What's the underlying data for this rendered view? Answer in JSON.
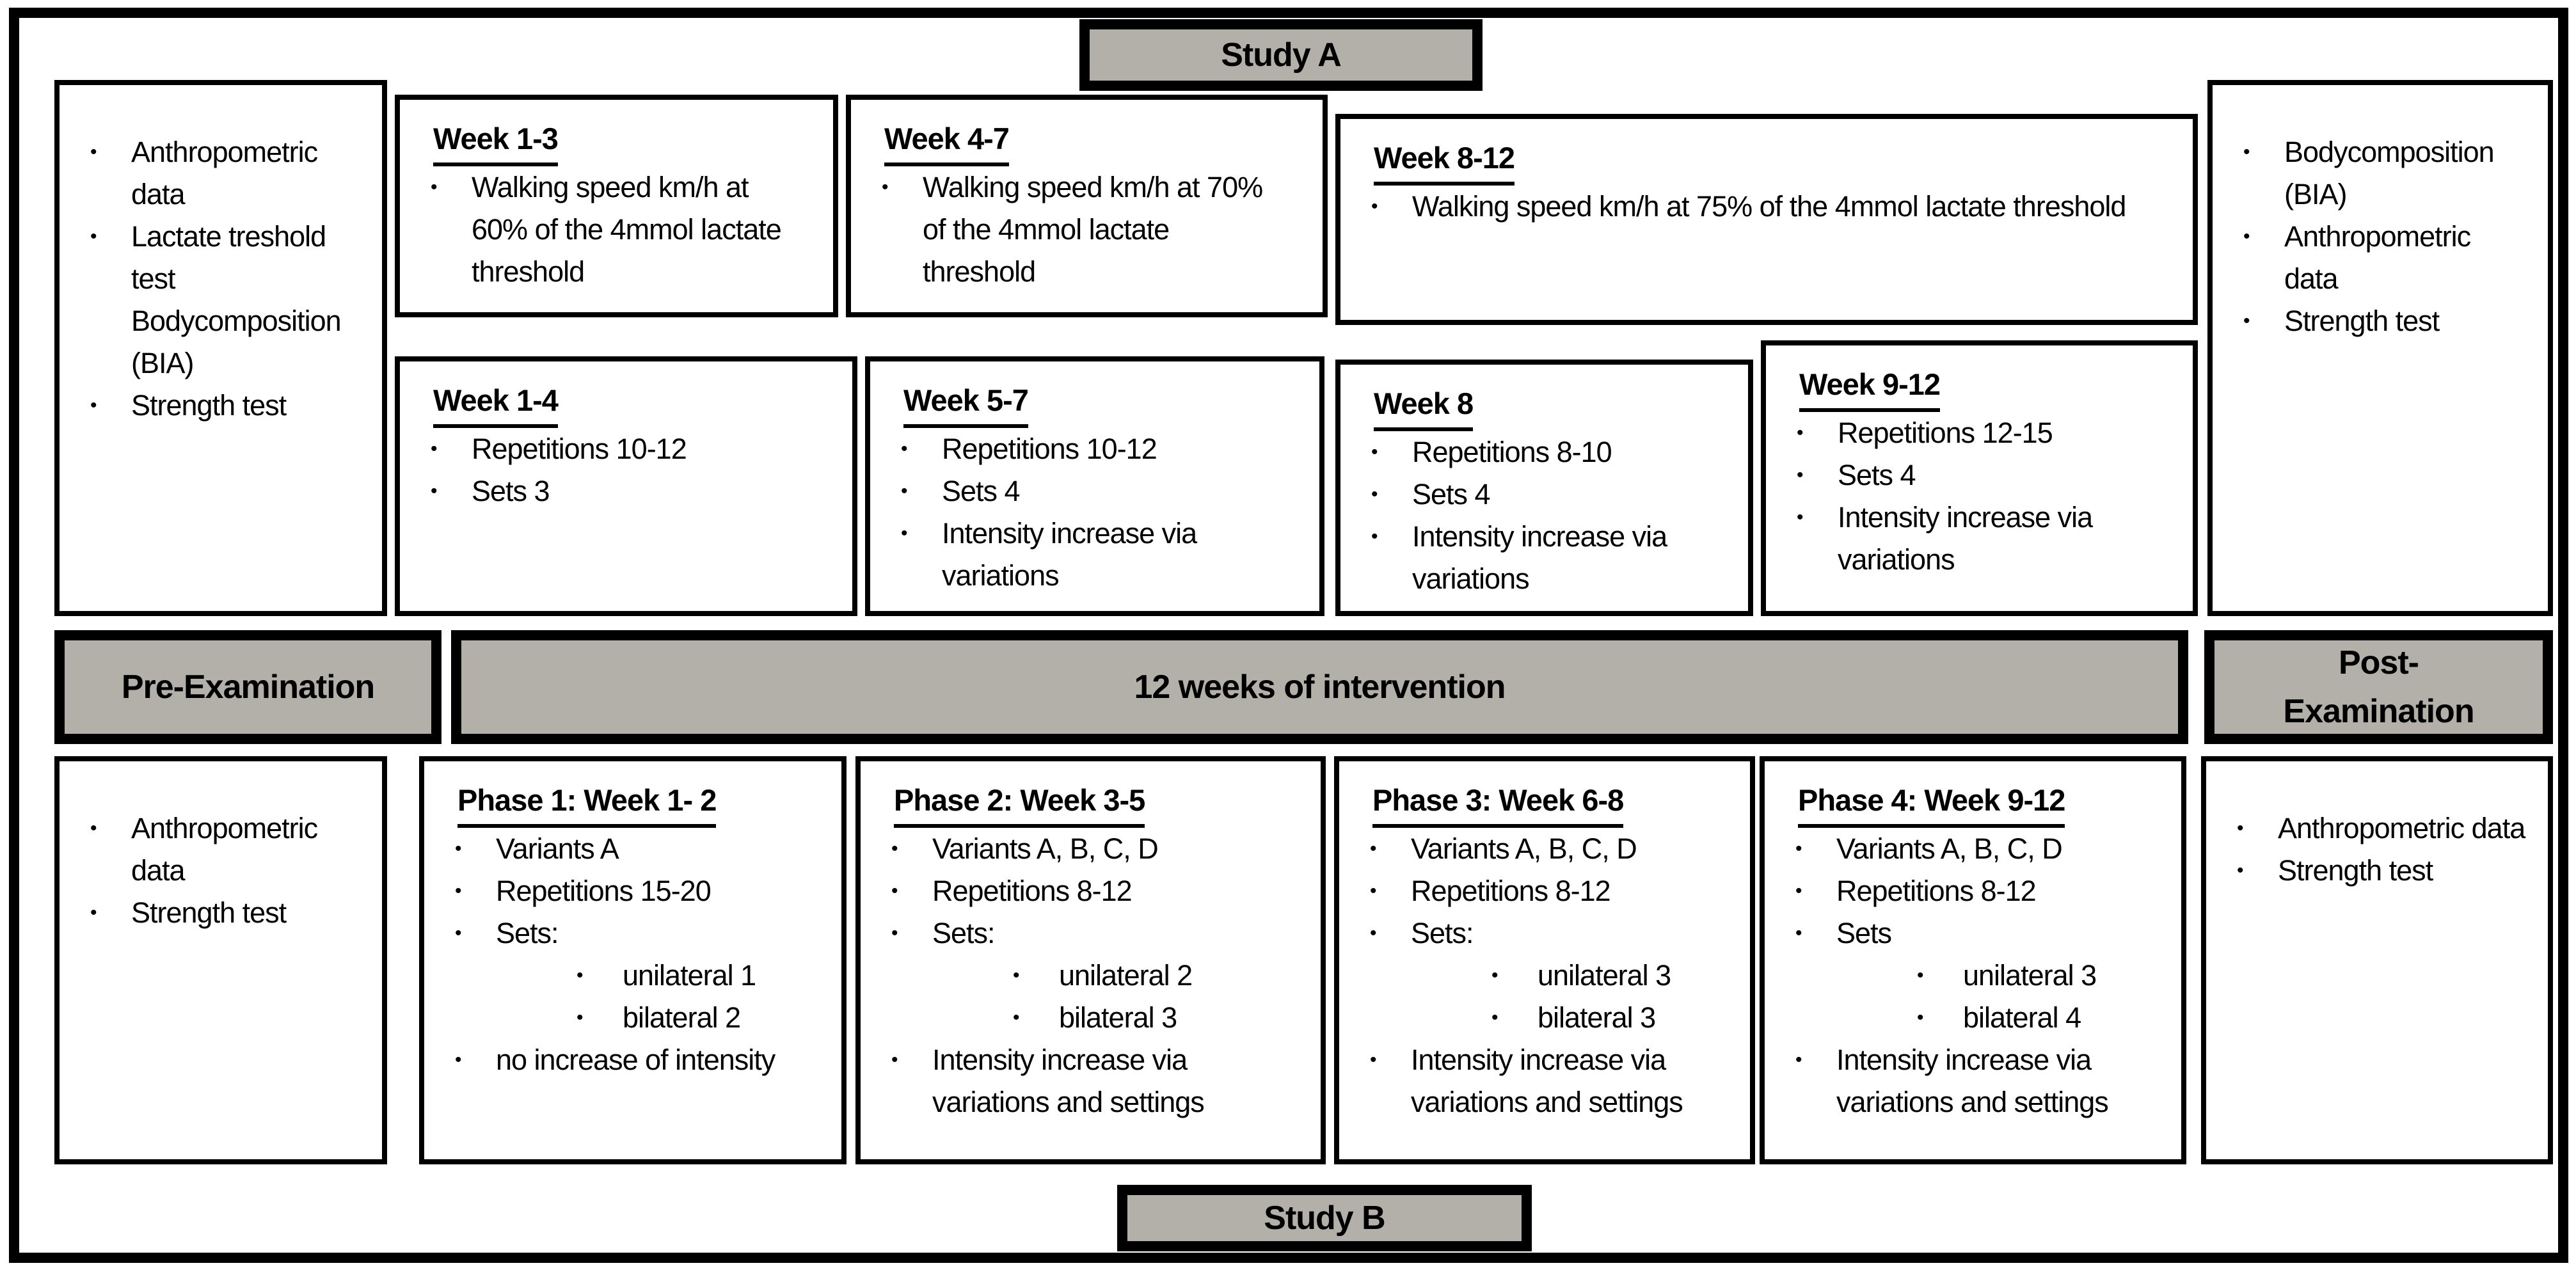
{
  "banners": {
    "study_a": "Study A",
    "study_b": "Study B",
    "pre_examination": "Pre-Examination",
    "intervention": "12 weeks of intervention",
    "post_examination": "Post-\nExamination"
  },
  "colors": {
    "banner_fill": "#b3afa9",
    "border": "#000000",
    "background": "#ffffff"
  },
  "pre_tests_top": {
    "bullets": [
      "Anthropometric data",
      "Lactate treshold test Bodycomposition (BIA)",
      "Strength test"
    ]
  },
  "post_tests_top": {
    "bullets": [
      "Bodycomposition (BIA)",
      "Anthropometric data",
      "Strength test"
    ]
  },
  "walking_blocks": [
    {
      "title": "Week 1-3",
      "bullets": [
        "Walking speed km/h at 60% of the 4mmol lactate threshold"
      ]
    },
    {
      "title": "Week 4-7",
      "bullets": [
        "Walking speed km/h at 70% of the 4mmol lactate threshold"
      ]
    },
    {
      "title": "Week 8-12",
      "bullets": [
        "Walking speed km/h at 75% of the 4mmol lactate threshold"
      ]
    }
  ],
  "strength_blocks": [
    {
      "title": "Week 1-4",
      "bullets": [
        "Repetitions 10-12",
        "Sets 3"
      ]
    },
    {
      "title": "Week 5-7",
      "bullets": [
        "Repetitions 10-12",
        "Sets 4",
        "Intensity increase via variations"
      ]
    },
    {
      "title": "Week 8",
      "bullets": [
        "Repetitions 8-10",
        "Sets 4",
        "Intensity increase via variations"
      ]
    },
    {
      "title": "Week 9-12",
      "bullets": [
        "Repetitions 12-15",
        "Sets 4",
        "Intensity increase via variations"
      ]
    }
  ],
  "phase_blocks": [
    {
      "title": "Phase 1: Week 1- 2",
      "bullets": [
        "Variants A",
        "Repetitions 15-20",
        "Sets:",
        {
          "text": "unilateral 1",
          "level": 2
        },
        {
          "text": "bilateral 2",
          "level": 2
        },
        "no increase of intensity"
      ]
    },
    {
      "title": "Phase 2: Week 3-5",
      "bullets": [
        "Variants A, B, C, D",
        "Repetitions 8-12",
        "Sets:",
        {
          "text": "unilateral 2",
          "level": 2
        },
        {
          "text": "bilateral 3",
          "level": 2
        },
        "Intensity increase via variations and settings"
      ]
    },
    {
      "title": "Phase 3: Week 6-8",
      "bullets": [
        "Variants A, B, C, D",
        "Repetitions 8-12",
        "Sets:",
        {
          "text": "unilateral 3",
          "level": 2
        },
        {
          "text": "bilateral 3",
          "level": 2
        },
        "Intensity increase via variations and settings"
      ]
    },
    {
      "title": "Phase 4: Week 9-12",
      "bullets": [
        "Variants A, B, C, D",
        "Repetitions 8-12",
        "Sets",
        {
          "text": "unilateral 3",
          "level": 2
        },
        {
          "text": "bilateral 4",
          "level": 2
        },
        "Intensity increase via variations and settings"
      ]
    }
  ],
  "pre_tests_bottom": {
    "bullets": [
      "Anthropometric data",
      "Strength test"
    ]
  },
  "post_tests_bottom": {
    "bullets": [
      "Anthropometric data",
      "Strength test"
    ]
  }
}
